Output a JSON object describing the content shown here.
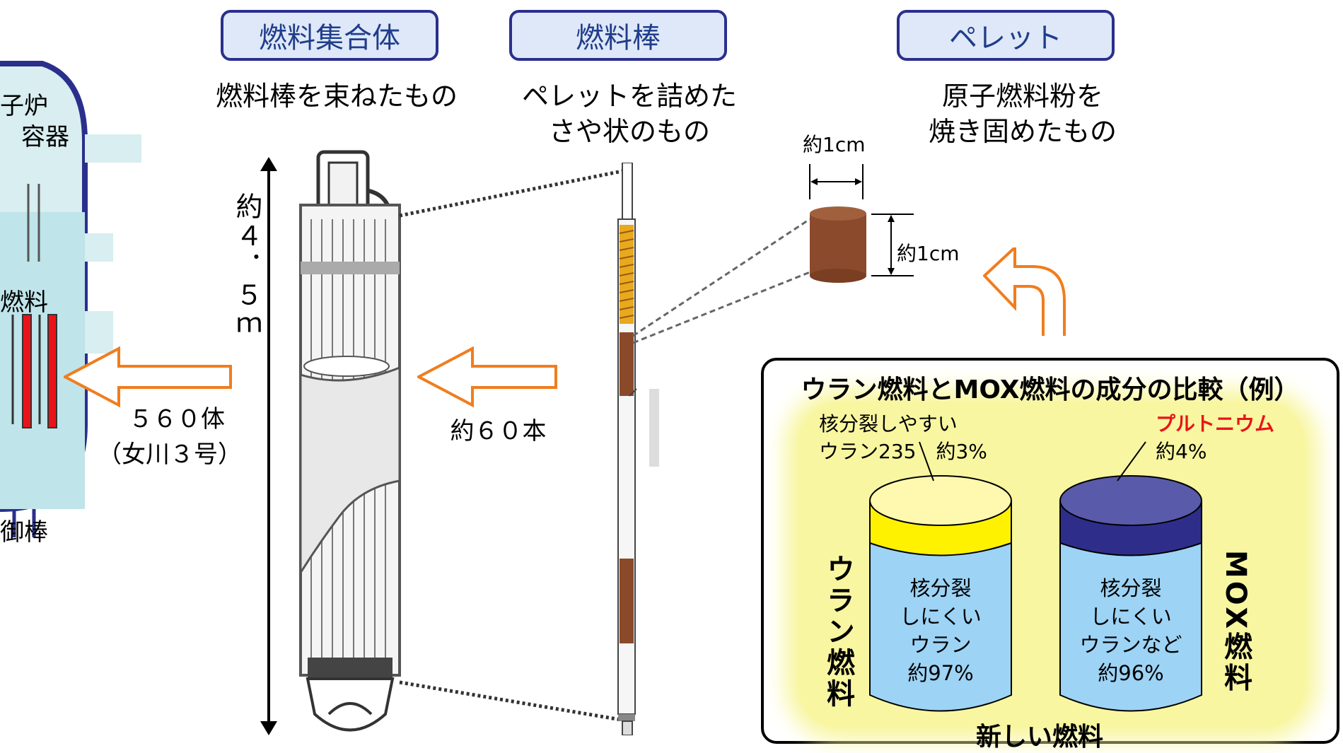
{
  "headers": {
    "assembly": "燃料集合体",
    "rod": "燃料棒",
    "pellet": "ペレット"
  },
  "captions": {
    "assembly_desc": "燃料棒を束ねたもの",
    "rod_desc_line1": "ペレットを詰めた",
    "rod_desc_line2": "さや状のもの",
    "pellet_desc_line1": "原子燃料粉を",
    "pellet_desc_line2": "焼き固めたもの"
  },
  "reactor_partial_labels": {
    "vessel_1": "子炉",
    "vessel_2": "容器",
    "fuel": "燃料",
    "rod": "御棒"
  },
  "dimensions": {
    "assembly_length": "約４．５ｍ",
    "pellet_width": "約1cm",
    "pellet_height": "約1cm"
  },
  "counts": {
    "assemblies": "５６０体",
    "plant": "（女川３号）",
    "rods": "約６０本"
  },
  "comparison": {
    "title": "ウラン燃料とMOX燃料の成分の比較（例）",
    "uranium_top_line1": "核分裂しやすい",
    "uranium_top_line2": "ウラン235　約3%",
    "plutonium_label": "プルトニウム",
    "plutonium_pct": "約4%",
    "uranium_body_1": "核分裂",
    "uranium_body_2": "しにくい",
    "uranium_body_3": "ウラン",
    "uranium_body_4": "約97%",
    "mox_body_1": "核分裂",
    "mox_body_2": "しにくい",
    "mox_body_3": "ウランなど",
    "mox_body_4": "約96%",
    "uranium_fuel_label": "ウラン燃料",
    "mox_fuel_label": "MOX燃料",
    "footer": "新しい燃料"
  },
  "colors": {
    "arrow_orange": "#f07d1e",
    "pill_border": "#2b2f8c",
    "pill_fill": "#dfe8f8",
    "cylinder_blue": "#9dd3f5",
    "yellow_cap": "#fff200",
    "mox_cap": "#2e2e8a",
    "highlight": "#f8f6a0",
    "plutonium_red": "#e8141a"
  }
}
